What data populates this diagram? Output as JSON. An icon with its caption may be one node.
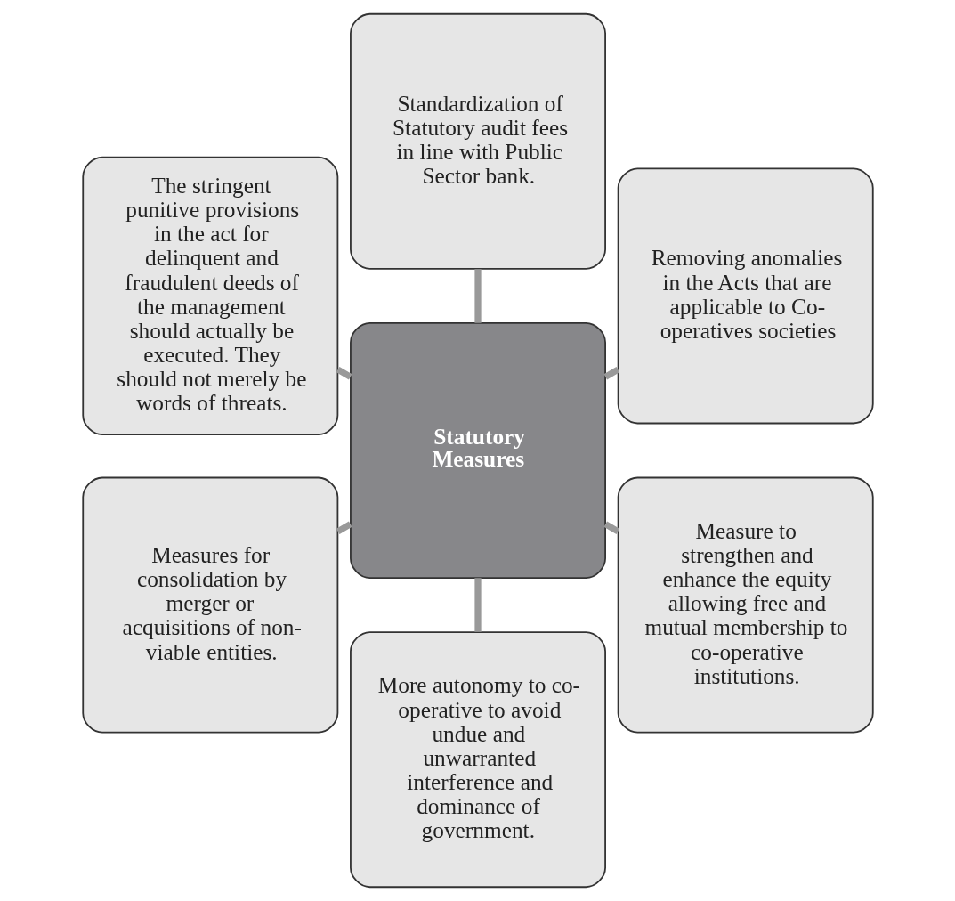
{
  "diagram": {
    "nodes": [
      {
        "text": [
          "Removing anomalies in the Acts that are applicable to Co-operatives societies"
        ]
      },
      {
        "text": [
          "Standardization of Statutory audit fees in line with Public Sector bank."
        ]
      },
      {
        "text": [
          "The stringent punitive provisions in the act for delinquent and fraudulent deeds of the management should actually be executed. They should not merely be words of threats."
        ]
      },
      {
        "text": [
          "Statutory Measures"
        ]
      },
      {
        "text": [
          "Measures for consolidation by merger or acquisitions of non- viable entities."
        ]
      },
      {
        "text": [
          "More autonomy to co-operative to avoid undue and unwarranted interference and dominance of government."
        ]
      },
      {
        "text": [
          "Measure to strengthen and enhance the equity allowing free and mutual membership to co-operative institutions."
        ]
      }
    ],
    "edges": [
      {
        "from": 3,
        "to": 0,
        "arrow": "none"
      },
      {
        "from": 3,
        "to": 2,
        "arrow": "none"
      },
      {
        "from": 3,
        "to": 5,
        "arrow": "none"
      },
      {
        "from": 3,
        "to": 6,
        "arrow": "none"
      },
      {
        "from": 3,
        "to": 4,
        "arrow": "none"
      },
      {
        "from": 3,
        "to": 1,
        "arrow": "none"
      }
    ]
  }
}
